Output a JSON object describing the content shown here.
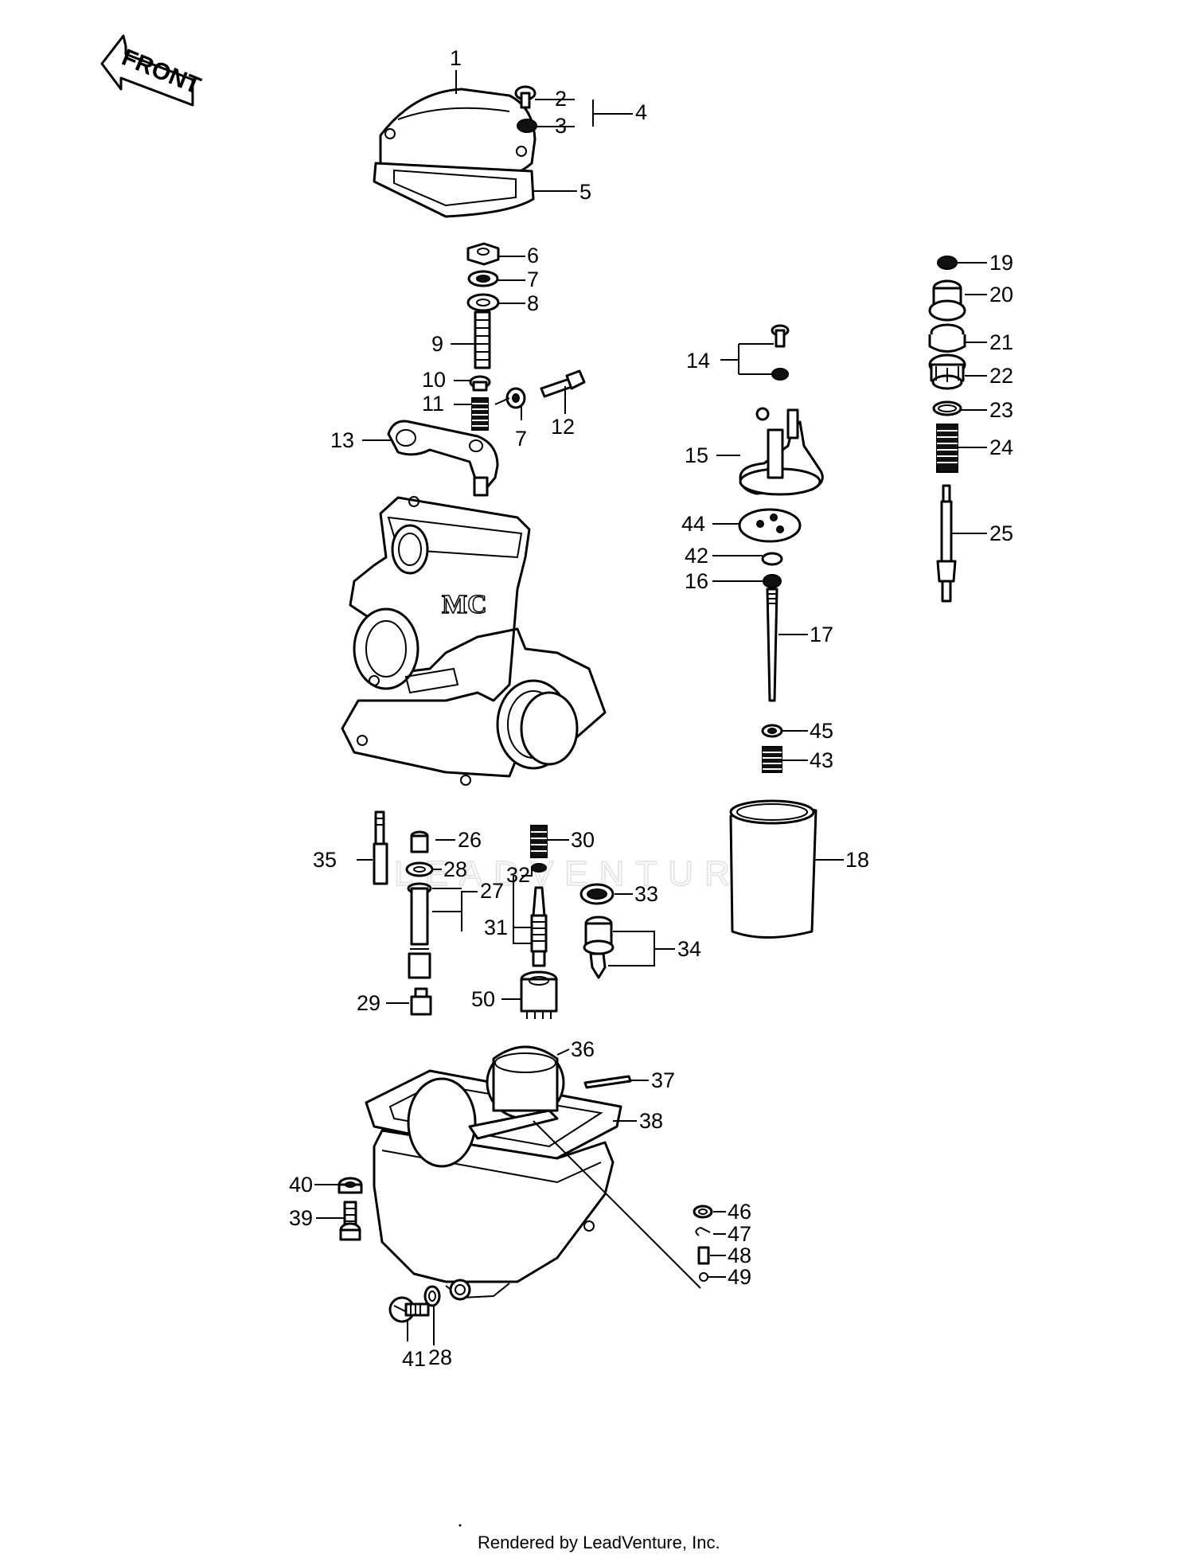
{
  "front_label": "FRONT",
  "watermark": "LEADVENTURE",
  "footer": "Rendered by LeadVenture, Inc.",
  "parts": [
    "1",
    "2",
    "3",
    "4",
    "5",
    "6",
    "7",
    "8",
    "9",
    "10",
    "11",
    "7",
    "12",
    "13",
    "14",
    "15",
    "16",
    "17",
    "18",
    "19",
    "20",
    "21",
    "22",
    "23",
    "24",
    "25",
    "26",
    "27",
    "28",
    "29",
    "30",
    "31",
    "32",
    "33",
    "34",
    "35",
    "36",
    "37",
    "38",
    "39",
    "40",
    "41",
    "28",
    "42",
    "43",
    "44",
    "45",
    "46",
    "47",
    "48",
    "49",
    "50"
  ]
}
